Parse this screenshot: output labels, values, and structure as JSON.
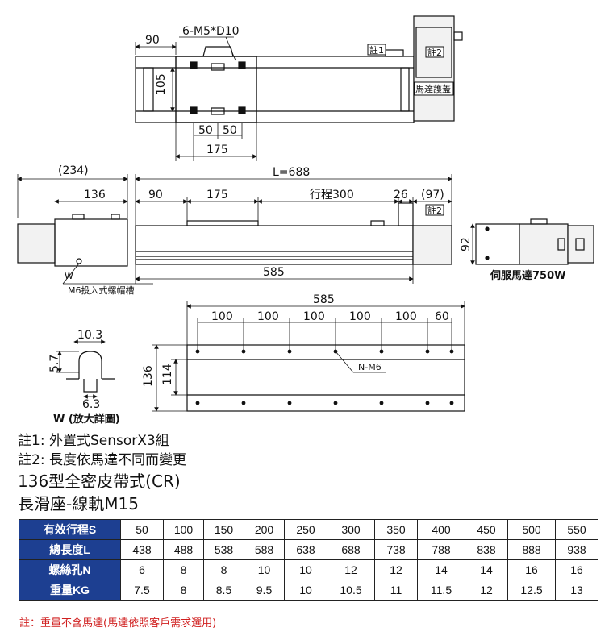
{
  "drawing": {
    "top_view": {
      "hole_spec": "6-M5*D10",
      "width_90": "90",
      "height_105": "105",
      "pitch_a": "50",
      "pitch_b": "50",
      "length_175": "175",
      "tag_note1": "註1",
      "tag_note2": "註2",
      "motor_cover": "馬達護蓋"
    },
    "side_view": {
      "paren_234": "(234)",
      "length_total": "L=688",
      "dim_136": "136",
      "dim_90": "90",
      "dim_175": "175",
      "stroke": "行程300",
      "dim_26": "26",
      "paren_97": "(97)",
      "tag_note2": "註2",
      "dim_585": "585",
      "w_label": "W",
      "slot_label": "M6投入式螺帽槽"
    },
    "end_view": {
      "dim_92": "92",
      "motor_label": "伺服馬達750W"
    },
    "bottom_view": {
      "dim_585": "585",
      "pitches": [
        "100",
        "100",
        "100",
        "100",
        "100",
        "60"
      ],
      "dim_136": "136",
      "dim_114": "114",
      "hole_label": "N-M6"
    },
    "detail": {
      "dim_10_3": "10.3",
      "dim_5_7": "5.7",
      "dim_6_3": "6.3",
      "caption": "W (放大詳圖)"
    }
  },
  "notes": {
    "note1": "註1: 外置式SensorX3組",
    "note2": "註2: 長度依馬達不同而變更",
    "title1": "136型全密皮帶式(CR)",
    "title2": "長滑座-線軌M15"
  },
  "spec_table": {
    "rows": [
      {
        "header": "有效行程S",
        "values": [
          "50",
          "100",
          "150",
          "200",
          "250",
          "300",
          "350",
          "400",
          "450",
          "500",
          "550"
        ]
      },
      {
        "header": "總長度L",
        "values": [
          "438",
          "488",
          "538",
          "588",
          "638",
          "688",
          "738",
          "788",
          "838",
          "888",
          "938"
        ]
      },
      {
        "header": "螺絲孔N",
        "values": [
          "6",
          "8",
          "8",
          "10",
          "10",
          "12",
          "12",
          "14",
          "14",
          "16",
          "16"
        ]
      },
      {
        "header": "重量KG",
        "values": [
          "7.5",
          "8",
          "8.5",
          "9.5",
          "10",
          "10.5",
          "11",
          "11.5",
          "12",
          "12.5",
          "13"
        ]
      }
    ]
  },
  "footnote": "註：重量不含馬達(馬達依照客戶需求選用)",
  "colors": {
    "header_bg": "#1d3f91",
    "footnote": "#d02020"
  }
}
